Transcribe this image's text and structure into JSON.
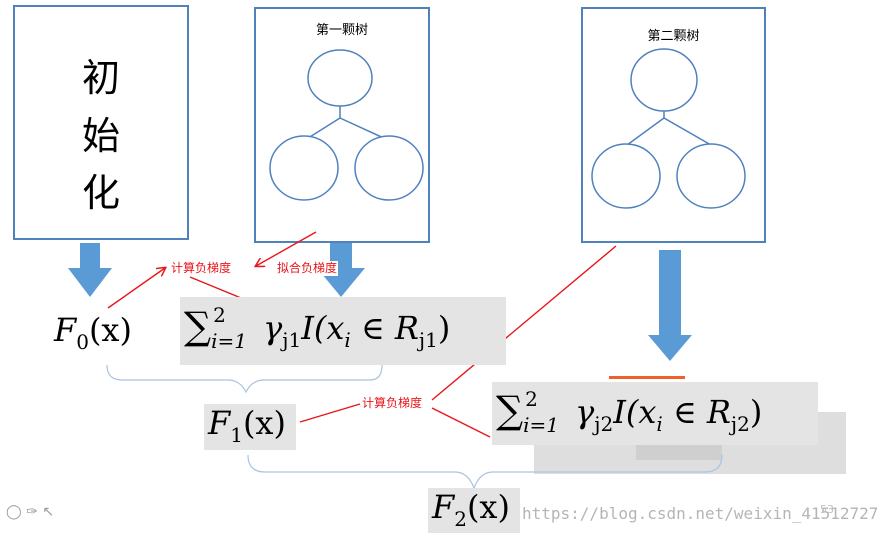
{
  "init_box": {
    "chars": [
      "初",
      "始",
      "化"
    ]
  },
  "tree1": {
    "label": "第一颗树"
  },
  "tree2": {
    "label": "第二颗树"
  },
  "labels": {
    "compute_gradient_1": "计算负梯度",
    "fit_gradient": "拟合负梯度",
    "compute_gradient_2": "计算负梯度"
  },
  "formulas": {
    "f0": {
      "letter": "F",
      "sub": "0",
      "arg": "(x)"
    },
    "f1": {
      "letter": "F",
      "sub": "1",
      "arg": "(x)"
    },
    "f2": {
      "letter": "F",
      "sub": "2",
      "arg": "(x)"
    },
    "sum1": {
      "sum": "∑",
      "upper": "2",
      "lower": "i=1",
      "body": "γ",
      "gsub": "j1",
      "mid": "I(x",
      "xsub": "i",
      "rel": " ∈ R",
      "rsub": "j1",
      "close": ")"
    },
    "sum2": {
      "sum": "∑",
      "upper": "2",
      "lower": "i=1",
      "body": "γ",
      "gsub": "j2",
      "mid": "I(x",
      "xsub": "i",
      "rel": " ∈ R",
      "rsub": "j2",
      "close": ")"
    }
  },
  "watermark": "https://blog.csdn.net/weixin_41512727",
  "watermark_suffix": "53",
  "toolbar_icons": [
    "circle-icon",
    "pen-icon",
    "cursor-icon"
  ],
  "colors": {
    "box_border": "#4f81bd",
    "arrow_fill": "#5b9bd5",
    "red": "#e8151b"
  }
}
